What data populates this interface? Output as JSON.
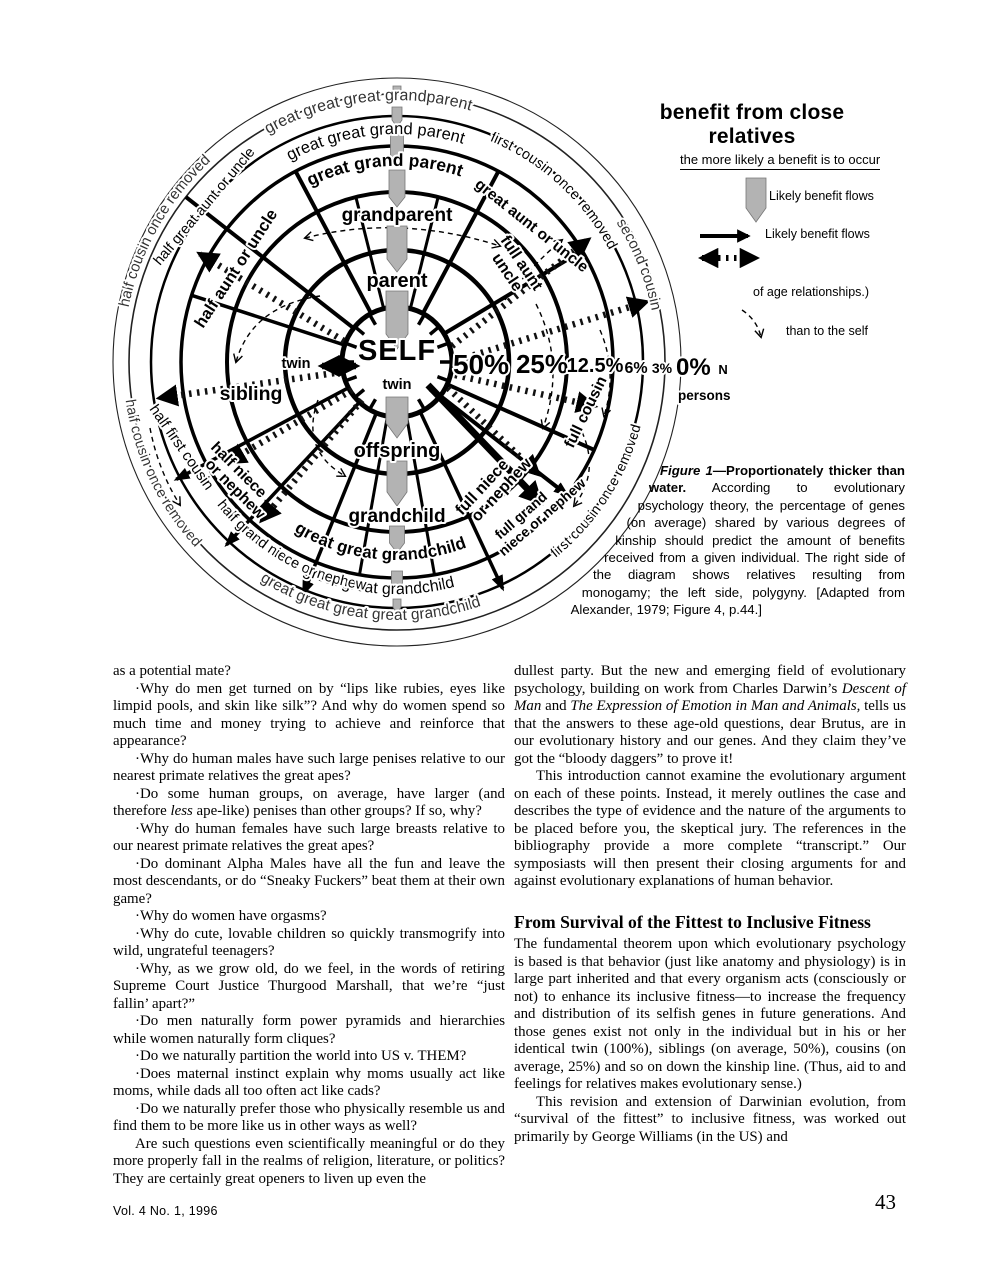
{
  "figure": {
    "legend": {
      "title": "benefit from close relatives",
      "subtitle": "the more likely a benefit is to occur",
      "flow1": "Likely benefit flows",
      "flow2": "Likely benefit flows",
      "age_note": "of age relationships.)",
      "self_note": "than to the self"
    },
    "diagram": {
      "self": "SELF",
      "percent_50": "50%",
      "percent_25": "25%",
      "percent_12": "12.5%",
      "percent_6": "6%",
      "percent_3": "3%",
      "percent_0": "0%",
      "percent_0_sub": "N",
      "persons": "persons",
      "labels": {
        "parent": "parent",
        "grandparent": "grandparent",
        "great_grand_parent": "great grand parent",
        "great_great_grand_parent": "great great grand parent",
        "great3_grandparent": "great great great grandparent",
        "offspring": "offspring",
        "grandchild": "grandchild",
        "great2_grandchild_bold": "great great grandchild",
        "great2_grandchild": "great great grandchild",
        "great4_grandchild": "great great great great grandchild",
        "twin_left": "twin",
        "twin_bottom": "twin",
        "sibling": "sibling",
        "half_aunt_or_uncle": "half aunt or uncle",
        "half_great_aunt_or_uncle": "half great aunt or uncle",
        "half_cousin_once_removed_top": "half cousin once removed",
        "half_first_cousin": "half first cousin",
        "half_cousin_once_removed_bottom": "half cousin once removed",
        "half_niece_1": "half niece",
        "half_niece_2": "or nephew",
        "half_grand_niece_or_nephew": "half grand niece or nephew",
        "great_aunt_or_uncle": "great aunt or uncle",
        "full_aunt_1": "full aunt",
        "full_aunt_2": "uncle",
        "first_cousin_once_removed_top": "first cousin once removed",
        "second_cousin": "second cousin",
        "full_cousin": "full cousin",
        "full_niece_1": "full niece",
        "full_niece_2": "or nephew",
        "full_grand_1": "full grand",
        "full_grand_2": "niece or nephew",
        "first_cousin_once_removed_bottom": "first cousin once removed"
      }
    },
    "caption": {
      "label": "Figure 1",
      "title": "—Proportionately thicker than water.",
      "body": " According to evolutionary psychology theory, the percentage of genes (on average) shared by various degrees of kinship should predict the amount of benefits received from a given individual. The right side of the diagram shows relatives resulting from monogamy; the left side, polygyny. [Adapted from Alexander, 1979; Figure 4, p.44.]"
    }
  },
  "article": {
    "left": [
      {
        "ind": false,
        "seg": [
          [
            "",
            "as a potential mate?"
          ]
        ]
      },
      {
        "ind": true,
        "seg": [
          [
            "",
            "·Why do men get turned on by “lips like rubies, eyes like limpid pools, and skin like silk”? And why do women spend so much time and money trying to achieve and reinforce that appearance?"
          ]
        ]
      },
      {
        "ind": true,
        "seg": [
          [
            "",
            "·Why do human males have such large penises relative to our nearest primate relatives the great apes?"
          ]
        ]
      },
      {
        "ind": true,
        "seg": [
          [
            "",
            "·Do some human groups, on average, have larger (and therefore "
          ],
          [
            "i",
            "less"
          ],
          [
            "",
            " ape-like) penises than other groups? If so, why?"
          ]
        ]
      },
      {
        "ind": true,
        "seg": [
          [
            "",
            "·Why do human females have such large breasts relative to our nearest primate relatives the great apes?"
          ]
        ]
      },
      {
        "ind": true,
        "seg": [
          [
            "",
            "·Do dominant Alpha Males have all the fun and leave the most descendants, or do “Sneaky Fuckers” beat them at their own game?"
          ]
        ]
      },
      {
        "ind": true,
        "seg": [
          [
            "",
            "·Why do women have orgasms?"
          ]
        ]
      },
      {
        "ind": true,
        "seg": [
          [
            "",
            "·Why do cute, lovable children so quickly transmogrify into wild, ungrateful teenagers?"
          ]
        ]
      },
      {
        "ind": true,
        "seg": [
          [
            "",
            "·Why, as we grow old, do we feel, in the words of retiring Supreme Court Justice Thurgood Marshall, that we’re “just fallin’ apart?”"
          ]
        ]
      },
      {
        "ind": true,
        "seg": [
          [
            "",
            "·Do men naturally form power pyramids and hierarchies while women naturally form cliques?"
          ]
        ]
      },
      {
        "ind": true,
        "seg": [
          [
            "",
            "·Do we naturally partition the world into US v. THEM?"
          ]
        ]
      },
      {
        "ind": true,
        "seg": [
          [
            "",
            "·Does maternal instinct explain why moms usually act like moms, while dads all too often act like cads?"
          ]
        ]
      },
      {
        "ind": true,
        "seg": [
          [
            "",
            "·Do we naturally prefer those who physically resemble us and find them to be more like us in other ways as well?"
          ]
        ]
      },
      {
        "ind": true,
        "seg": [
          [
            "",
            "Are such questions even scientifically meaningful or do they more properly fall in the realms of religion, literature, or politics? They are certainly great openers to liven up even the"
          ]
        ]
      }
    ],
    "right": [
      {
        "ind": false,
        "seg": [
          [
            "",
            "dullest party. But the new and emerging field of evolutionary psychology, building on work from Charles Darwin’s "
          ],
          [
            "i",
            "Descent of Man"
          ],
          [
            "",
            " and "
          ],
          [
            "i",
            "The Expression of Emotion in Man and Animals,"
          ],
          [
            "",
            " tells us that the answers to these age-old questions, dear Brutus, are in our evolutionary history and our genes. And they claim they’ve got the “bloody daggers” to prove it!"
          ]
        ]
      },
      {
        "ind": true,
        "seg": [
          [
            "",
            "This introduction cannot examine the evolutionary argument on each of these points. Instead, it merely outlines the case and describes the type of evidence and the nature of the arguments to be placed before you, the skeptical jury. The references in the bibliography provide a more complete “transcript.” Our symposiasts will then present their closing arguments for and against evolutionary explanations of human behavior."
          ]
        ]
      },
      {
        "h": "From Survival of the Fittest to Inclusive Fitness"
      },
      {
        "ind": false,
        "seg": [
          [
            "",
            "The fundamental theorem upon which evolutionary psychology is based is that behavior (just like anatomy and physiology) is in large part inherited and that every organism acts (consciously or not) to enhance its inclusive fitness—to increase the frequency and distribution of its selfish genes in future generations. And those genes exist not only in the individual but in his or her identical twin (100%), siblings (on average, 50%), cousins (on average, 25%) and so on down the kinship line. (Thus, aid to and feelings for relatives makes evolutionary sense.)"
          ]
        ]
      },
      {
        "ind": true,
        "seg": [
          [
            "",
            "This revision and extension of Darwinian evolution, from “survival of the fittest” to inclusive fitness, was worked out primarily by George Williams (in the US) and"
          ]
        ]
      }
    ]
  },
  "footer": {
    "issue": "Vol. 4 No. 1, 1996",
    "page": "43"
  }
}
